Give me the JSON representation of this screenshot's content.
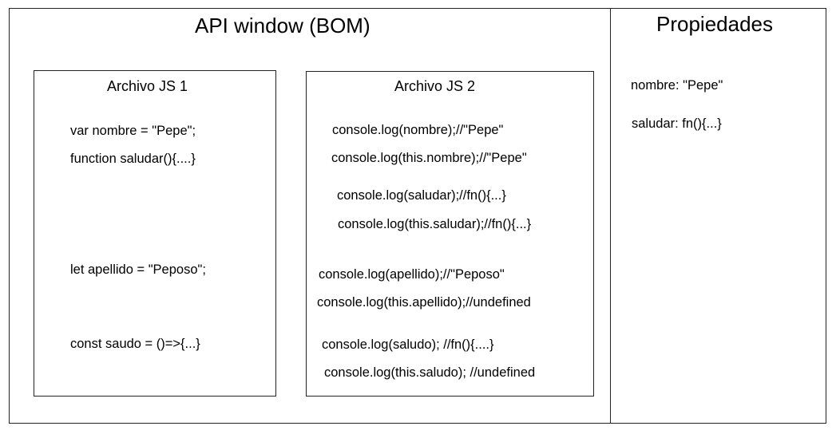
{
  "panel_main": {
    "title": "API window (BOM)"
  },
  "panel_props": {
    "title": "Propiedades",
    "items": [
      "nombre: \"Pepe\"",
      "saludar: fn(){...}"
    ]
  },
  "file1": {
    "title": "Archivo JS 1",
    "lines": [
      "var nombre = \"Pepe\";",
      "function saludar(){....}",
      "let apellido = \"Peposo\";",
      "const saudo = ()=>{...}"
    ]
  },
  "file2": {
    "title": "Archivo JS 2",
    "lines": [
      "console.log(nombre);//\"Pepe\"",
      "console.log(this.nombre);//\"Pepe\"",
      "console.log(saludar);//fn(){...}",
      "console.log(this.saludar);//fn(){...}",
      "console.log(apellido);//\"Peposo\"",
      "console.log(this.apellido);//undefined",
      "console.log(saludo); //fn(){....}",
      "console.log(this.saludo); //undefined"
    ]
  }
}
